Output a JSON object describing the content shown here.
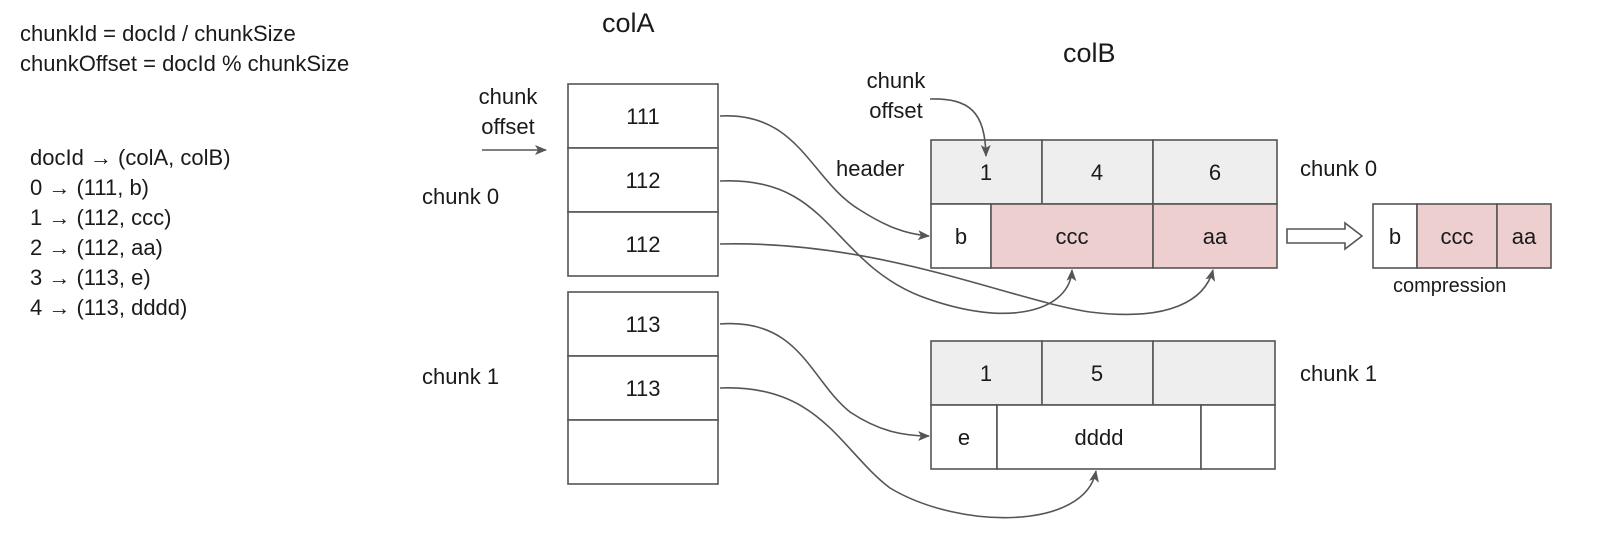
{
  "formulas": [
    "chunkId = docId / chunkSize",
    "chunkOffset = docId % chunkSize"
  ],
  "mapping": {
    "header": "docId → (colA, colB)",
    "rows": [
      "0 → (111, b)",
      "1 → (112, ccc)",
      "2 → (112, aa)",
      "3 → (113, e)",
      "4 → (113, dddd)"
    ]
  },
  "colA": {
    "title": "colA",
    "pointer_label": "chunk offset",
    "chunk0_label": "chunk 0",
    "chunk1_label": "chunk 1",
    "chunk0_values": [
      "111",
      "112",
      "112"
    ],
    "chunk1_values": [
      "113",
      "113",
      ""
    ]
  },
  "colB": {
    "title": "colB",
    "pointer_label": "chunk offset",
    "header_label": "header",
    "chunk0_label": "chunk 0",
    "chunk1_label": "chunk 1",
    "chunk0_header": [
      "1",
      "4",
      "6"
    ],
    "chunk0_values": [
      "b",
      "ccc",
      "aa"
    ],
    "chunk1_header": [
      "1",
      "5",
      ""
    ],
    "chunk1_values": [
      "e",
      "dddd",
      ""
    ]
  },
  "compression": {
    "label": "compression",
    "values": [
      "b",
      "ccc",
      "aa"
    ]
  },
  "colors": {
    "header_fill": "#eeeeee",
    "highlight_fill": "#edcfcf",
    "stroke": "#555555"
  }
}
